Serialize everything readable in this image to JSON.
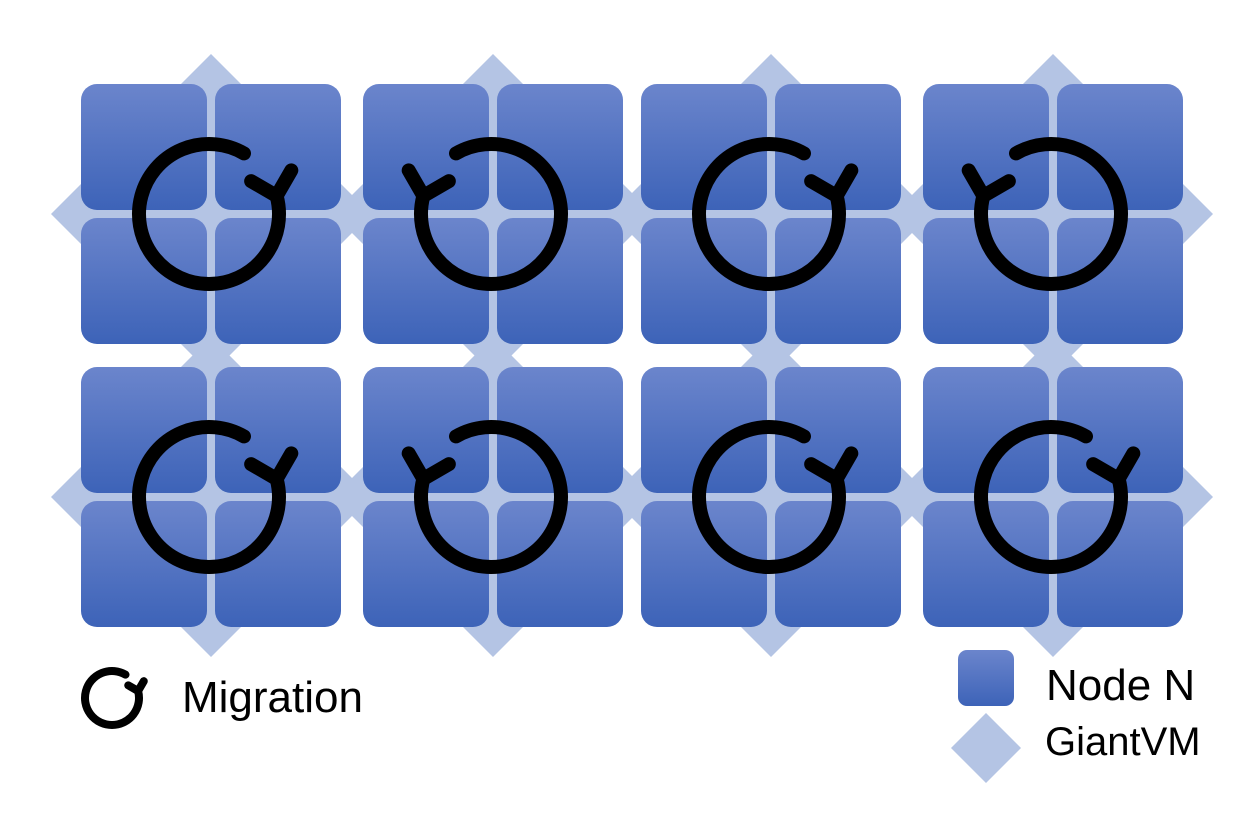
{
  "colors": {
    "node_top": "#6b85cc",
    "node_bottom": "#3d63b8",
    "giantvm": "#b4c4e4",
    "arrow": "#000000",
    "background": "#ffffff"
  },
  "icons": {
    "migration": "clockwise-circular-arrow-icon",
    "node": "rounded-square-node-icon",
    "giantvm": "diamond-giantvm-icon"
  },
  "legend": {
    "migration_label": "Migration",
    "node_label": "Node N",
    "giantvm_label": "GiantVM"
  },
  "grid": {
    "rows": 2,
    "columns": 4,
    "nodes_per_cluster": 4,
    "migration_directions": [
      [
        "clockwise",
        "counterclockwise",
        "clockwise",
        "counterclockwise"
      ],
      [
        "clockwise",
        "counterclockwise",
        "clockwise",
        "clockwise"
      ]
    ]
  }
}
